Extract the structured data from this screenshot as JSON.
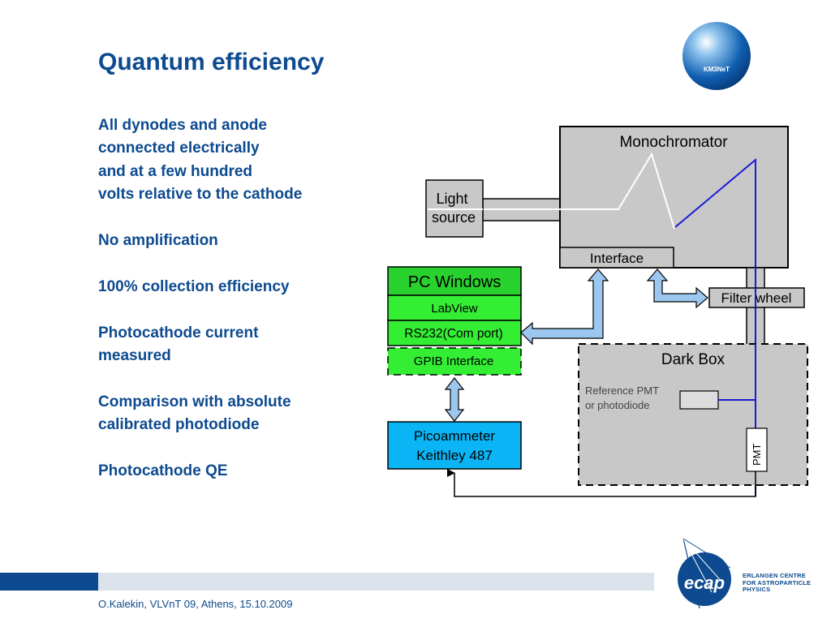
{
  "slide": {
    "title": "Quantum efficiency",
    "bullets": [
      [
        "All dynodes and anode",
        "connected electrically",
        "and at a few hundred",
        "volts relative to the cathode"
      ],
      [
        "No amplification"
      ],
      [
        "100% collection efficiency"
      ],
      [
        "Photocathode current",
        "measured"
      ],
      [
        "Comparison with absolute",
        "calibrated photodiode"
      ],
      [
        "Photocathode QE"
      ]
    ],
    "footer": "O.Kalekin, VLVnT 09, Athens, 15.10.2009"
  },
  "logos": {
    "km3net": "KM3NeT",
    "ecap_mark": "ecap",
    "ecap_name": [
      "ERLANGEN CENTRE",
      "FOR ASTROPARTICLE",
      "PHYSICS"
    ]
  },
  "diagram": {
    "monochromator": "Monochromator",
    "interface": "Interface",
    "light_source": [
      "Light",
      "source"
    ],
    "pc_windows": "PC Windows",
    "labview": "LabView",
    "rs232": "RS232(Com port)",
    "gpib": "GPIB Interface",
    "picoammeter": [
      "Picoammeter",
      "Keithley 487"
    ],
    "filter_wheel": "Filter wheel",
    "dark_box": "Dark Box",
    "reference": [
      "Reference PMT",
      "or photodiode"
    ],
    "pmt": "PMT"
  },
  "colors": {
    "title_blue": "#0d4a8f",
    "box_gray": "#c8c8c8",
    "pc_green": "#29d12e",
    "pico_blue": "#0bb5f5",
    "beam_blue": "#1a1ad9",
    "arrow_fill": "#9cc8f0"
  }
}
